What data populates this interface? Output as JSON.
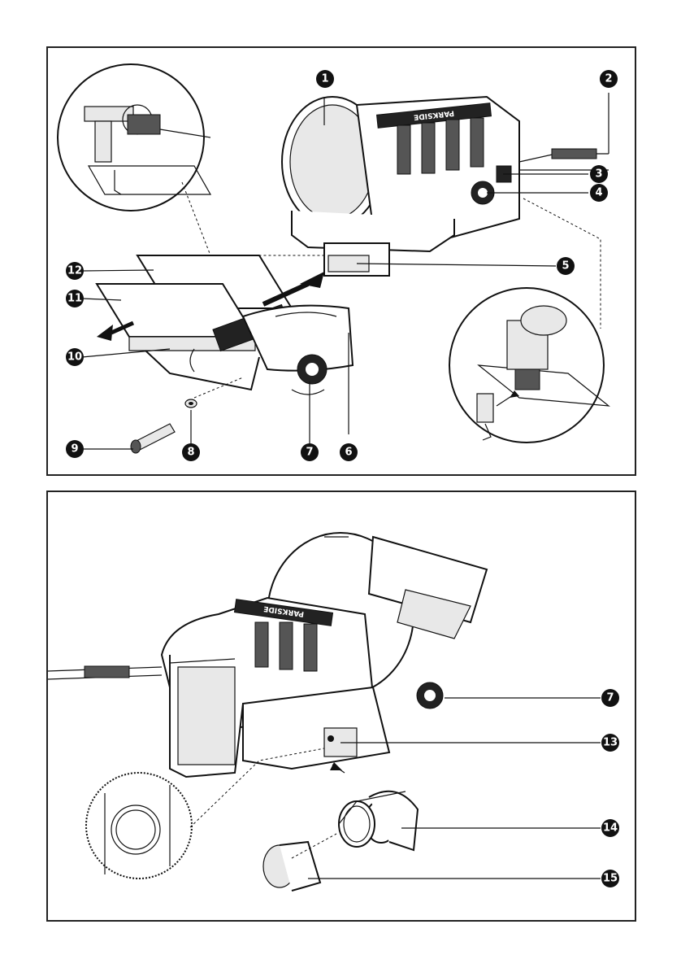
{
  "figure": {
    "top_panel": {
      "callouts": [
        {
          "id": "c1",
          "label": "1"
        },
        {
          "id": "c2",
          "label": "2"
        },
        {
          "id": "c3",
          "label": "3"
        },
        {
          "id": "c4",
          "label": "4"
        },
        {
          "id": "c5",
          "label": "5"
        },
        {
          "id": "c6",
          "label": "6"
        },
        {
          "id": "c7",
          "label": "7"
        },
        {
          "id": "c8",
          "label": "8"
        },
        {
          "id": "c9",
          "label": "9"
        },
        {
          "id": "c10",
          "label": "10"
        },
        {
          "id": "c11",
          "label": "11"
        },
        {
          "id": "c12",
          "label": "12"
        }
      ],
      "brand_text": "PARKSIDE"
    },
    "bottom_panel": {
      "callouts": [
        {
          "id": "c7b",
          "label": "7"
        },
        {
          "id": "c13",
          "label": "13"
        },
        {
          "id": "c14",
          "label": "14"
        },
        {
          "id": "c15",
          "label": "15"
        }
      ],
      "brand_text": "PARKSIDE"
    }
  },
  "colors": {
    "line": "#111111",
    "background": "#ffffff",
    "badge_fill": "#111111",
    "badge_text": "#ffffff"
  }
}
